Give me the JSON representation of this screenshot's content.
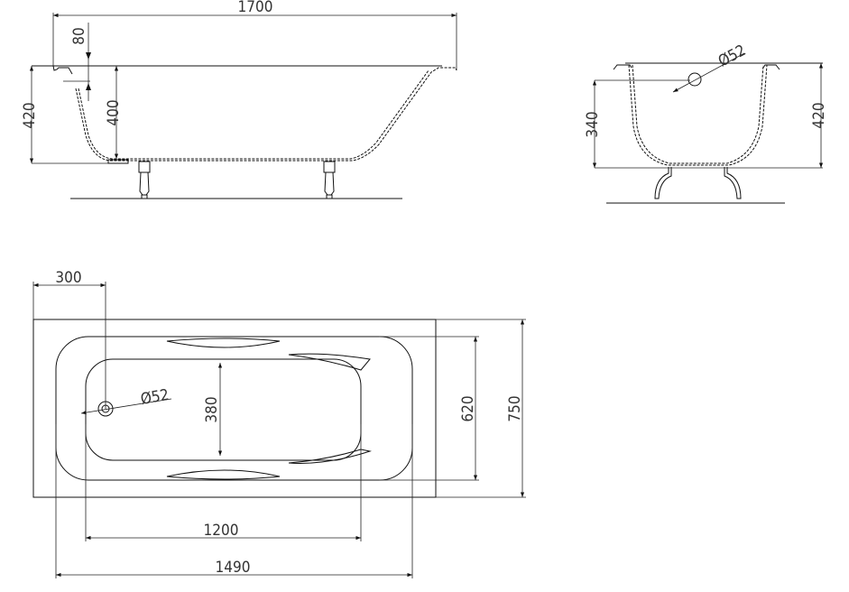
{
  "title": "Bathtub technical drawing",
  "side_view": {
    "length": "1700",
    "rim_height": "80",
    "total_height": "420",
    "depth": "400"
  },
  "end_view": {
    "drain_diameter": "Ø52",
    "inner_depth": "340",
    "total_height": "420"
  },
  "plan_view": {
    "drain_offset": "300",
    "drain_diameter": "Ø52",
    "bottom_width": "380",
    "bottom_length": "1200",
    "inner_length": "1490",
    "inner_width": "620",
    "outer_width": "750"
  },
  "colors": {
    "line": "#111111",
    "background": "#ffffff"
  }
}
